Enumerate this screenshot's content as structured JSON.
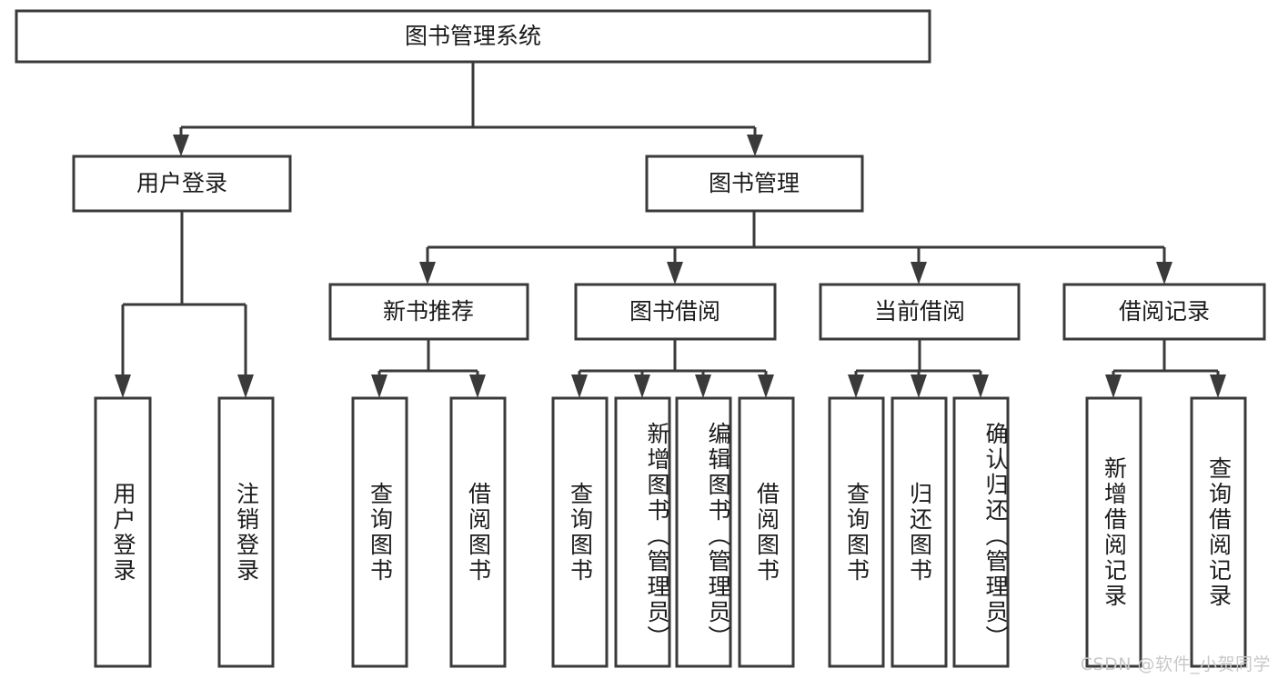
{
  "diagram": {
    "type": "tree-hierarchy-chart",
    "title": "图书管理系统",
    "orientation": "top-down",
    "colors": {
      "box_border": "#3a3a3a",
      "box_fill": "#ffffff",
      "connector": "#3a3a3a",
      "text": "#1b1b1b",
      "background": "#ffffff",
      "watermark": "#c8c8c8"
    }
  },
  "root": {
    "label": "图书管理系统"
  },
  "level2": [
    {
      "label": "用户登录"
    },
    {
      "label": "图书管理"
    }
  ],
  "level3": [
    {
      "label": "新书推荐"
    },
    {
      "label": "图书借阅"
    },
    {
      "label": "当前借阅"
    },
    {
      "label": "借阅记录"
    }
  ],
  "leaves": {
    "user_login": [
      {
        "label": "用户登录"
      },
      {
        "label": "注销登录"
      }
    ],
    "new_book_recommend": [
      {
        "label": "查询图书"
      },
      {
        "label": "借阅图书"
      }
    ],
    "book_borrow": [
      {
        "label": "查询图书"
      },
      {
        "label": "新增图书（管理员）"
      },
      {
        "label": "编辑图书（管理员）"
      },
      {
        "label": "借阅图书"
      }
    ],
    "current_borrow": [
      {
        "label": "查询图书"
      },
      {
        "label": "归还图书"
      },
      {
        "label": "确认归还（管理员）"
      }
    ],
    "borrow_record": [
      {
        "label": "新增借阅记录"
      },
      {
        "label": "查询借阅记录"
      }
    ]
  },
  "watermark": {
    "text": "CSDN @软件_小贺同学"
  }
}
